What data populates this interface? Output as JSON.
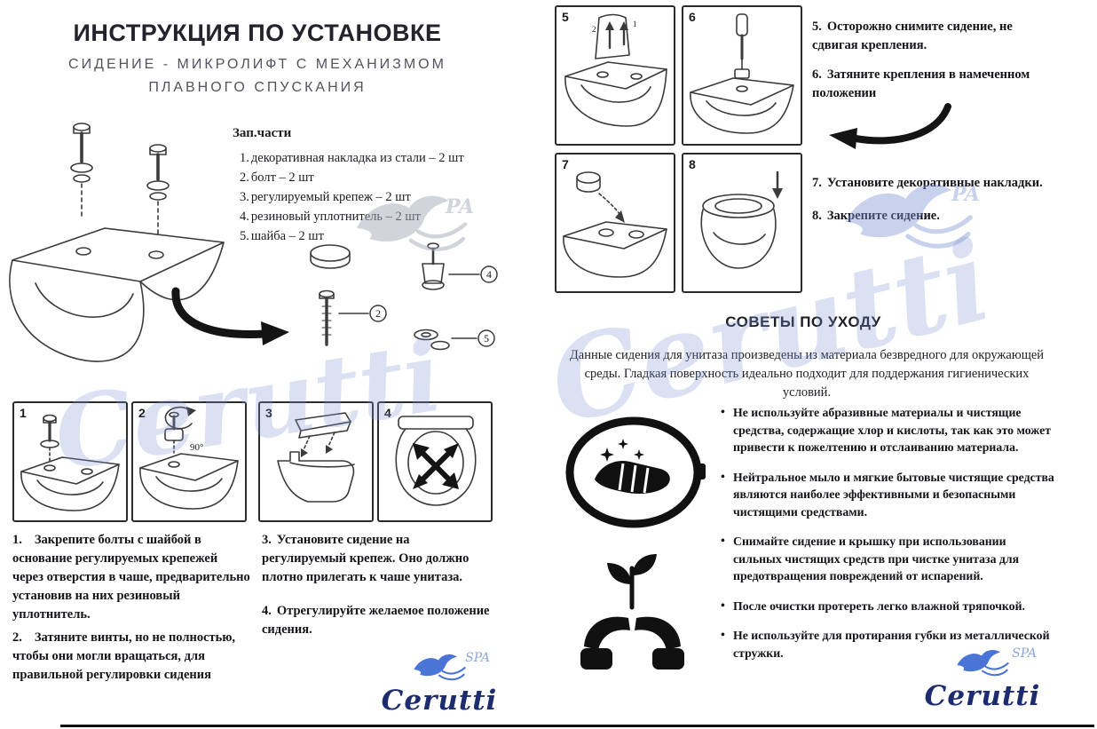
{
  "header": {
    "title": "ИНСТРУКЦИЯ ПО УСТАНОВКЕ",
    "subtitle_line1": "СИДЕНИЕ - МИКРОЛИФТ С МЕХАНИЗМОМ",
    "subtitle_line2": "ПЛАВНОГО СПУСКАНИЯ"
  },
  "spare_parts": {
    "heading": "Зап.части",
    "items": [
      {
        "num": "1.",
        "label": "декоративная накладка из стали – 2 шт"
      },
      {
        "num": "2.",
        "label": "болт – 2 шт"
      },
      {
        "num": "3.",
        "label": "регулируемый крепеж – 2 шт"
      },
      {
        "num": "4.",
        "label": "резиновый уплотнитель – 2 шт"
      },
      {
        "num": "5.",
        "label": "шайба – 2 шт"
      }
    ]
  },
  "parts_diagram": {
    "callout_bolt": "2",
    "callout_gasket": "4",
    "callout_washer": "5"
  },
  "install": {
    "box_numbers": [
      "1",
      "2",
      "3",
      "4",
      "5",
      "6",
      "7",
      "8"
    ],
    "angle_label": "90°",
    "box5_mark_a": "2",
    "box5_mark_b": "1",
    "steps": [
      {
        "num": "1.",
        "text": "Закрепите болты с шайбой в основание регулируемых крепежей через отверстия в чаше, предварительно установив на них резиновый уплотнитель."
      },
      {
        "num": "2.",
        "text": "Затяните винты, но не полностью, чтобы они могли вращаться, для правильной регулировки сидения"
      },
      {
        "num": "3.",
        "text": "Установите сидение на регулируемый крепеж. Оно должно плотно прилегать к чаше унитаза."
      },
      {
        "num": "4.",
        "text": "Отрегулируйте желаемое положение сидения."
      },
      {
        "num": "5.",
        "text": "Осторожно снимите сидение, не сдвигая крепления."
      },
      {
        "num": "6.",
        "text": "Затяните крепления в намеченном положении"
      },
      {
        "num": "7.",
        "text": "Установите декоративные накладки."
      },
      {
        "num": "8.",
        "text": "Закрепите сидение."
      }
    ]
  },
  "care": {
    "heading": "СОВЕТЫ ПО УХОДУ",
    "intro": "Данные сидения для унитаза произведены из материала безвредного для окружающей среды. Гладкая поверхность идеально подходит для поддержания гигиенических условий.",
    "bullets": [
      "Не используйте абразивные материалы и чистящие средства, содержащие хлор и кислоты, так как это может привести к пожелтению и отслаиванию материала.",
      "Нейтральное мыло и мягкие бытовые чистящие средства являются наиболее эффективными и безопасными чистящими средствами.",
      "Снимайте сидение и крышку при использовании сильных чистящих средств при чистке унитаза для предотвращения повреждений от испарений.",
      "После очистки протереть легко влажной тряпочкой.",
      "Не используйте для протирания губки из металлической стружки."
    ]
  },
  "brand": {
    "name": "Cerutti",
    "spa": "SPA"
  },
  "watermark": {
    "text": "Cerutti",
    "pa": "PA"
  },
  "colors": {
    "ink": "#1c1c22",
    "logo_navy": "#1c2c6e",
    "logo_blue": "#4a74d6",
    "watermark_blue": "#7f95d6"
  }
}
